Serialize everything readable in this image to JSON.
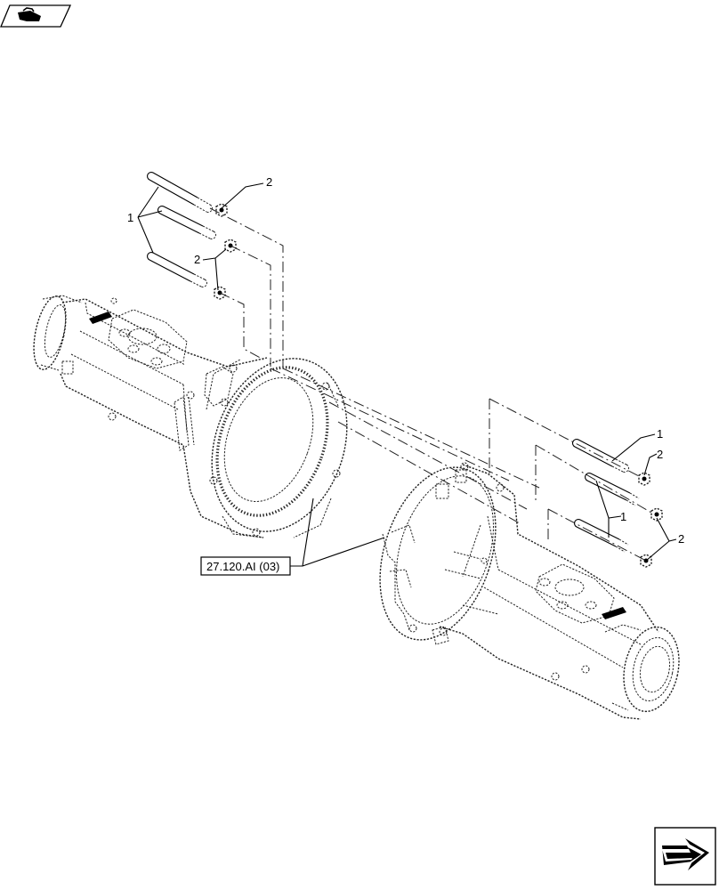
{
  "diagram": {
    "reference_label": "27.120.AI (03)",
    "callouts": [
      {
        "id": "upper-stud",
        "text": "1"
      },
      {
        "id": "upper-nut-a",
        "text": "2"
      },
      {
        "id": "upper-nut-b",
        "text": "2"
      },
      {
        "id": "lower-stud-a",
        "text": "1"
      },
      {
        "id": "lower-stud-b",
        "text": "1"
      },
      {
        "id": "lower-nut-a",
        "text": "2"
      },
      {
        "id": "lower-nut-b",
        "text": "2"
      }
    ]
  },
  "icons": {
    "top_left": "book-wrench-icon",
    "bottom_right": "next-page-arrow-icon"
  }
}
